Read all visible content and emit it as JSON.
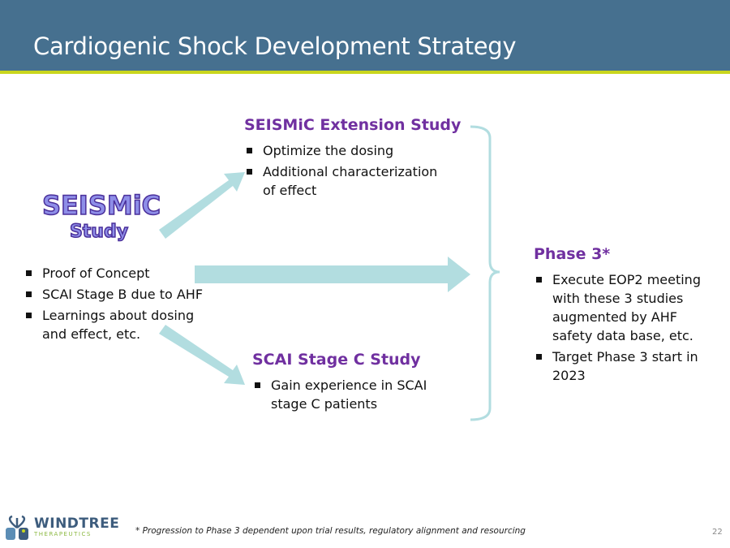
{
  "header": {
    "title": "Cardiogenic Shock Development Strategy"
  },
  "seismic": {
    "logo_line1": "SEISMiC",
    "logo_line2": "Study",
    "bullets": [
      "Proof of Concept",
      "SCAI Stage B due to AHF",
      "Learnings about dosing and effect, etc."
    ]
  },
  "extension": {
    "title": "SEISMiC Extension Study",
    "bullets": [
      "Optimize the dosing",
      "Additional characterization of effect"
    ]
  },
  "stage_c": {
    "title": "SCAI Stage C Study",
    "bullets": [
      "Gain experience in SCAI stage C patients"
    ]
  },
  "phase3": {
    "title": "Phase 3*",
    "bullets": [
      "Execute EOP2 meeting with these 3 studies augmented by AHF safety data base, etc.",
      "Target Phase 3 start in 2023"
    ]
  },
  "footer": {
    "footnote": "* Progression to Phase 3 dependent upon trial results, regulatory alignment and resourcing",
    "page_number": "22",
    "logo_name": "WINDTREE",
    "logo_sub": "THERAPEUTICS"
  },
  "colors": {
    "header": "#46708f",
    "accent_line": "#c9d61e",
    "arrow": "#b2dde0",
    "heading": "#7030a0"
  }
}
